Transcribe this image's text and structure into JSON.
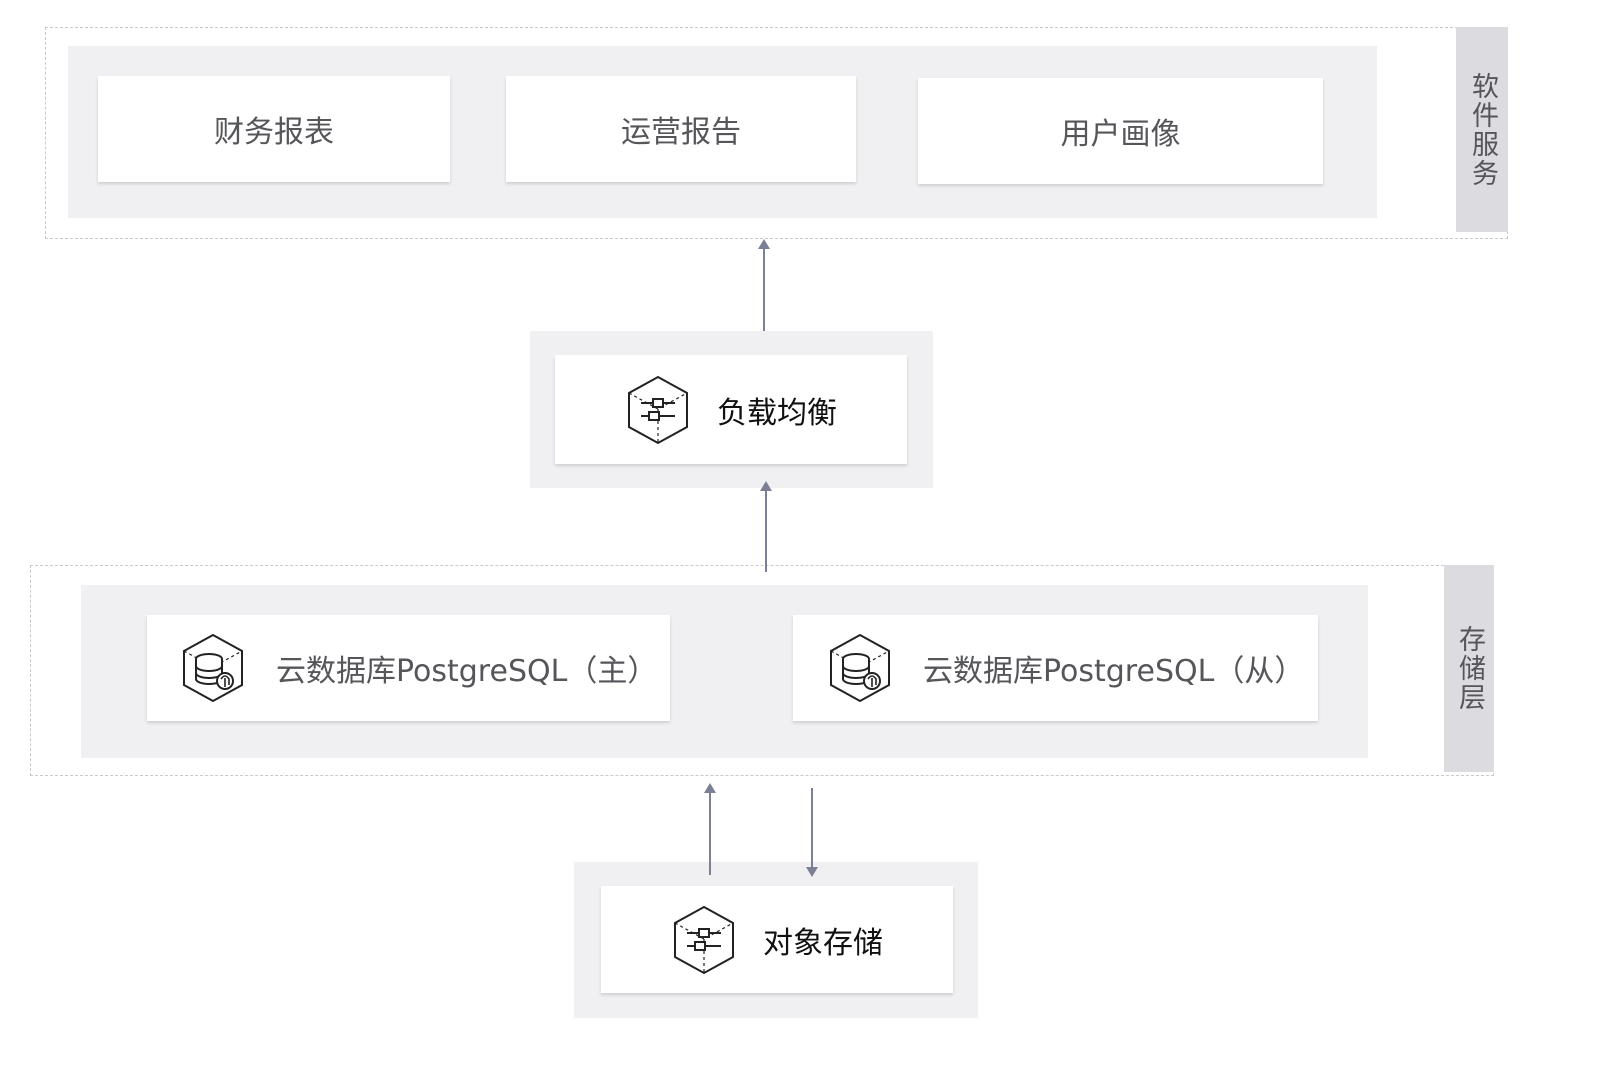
{
  "software_layer": {
    "label": "软件服务",
    "items": [
      "财务报表",
      "运营报告",
      "用户画像"
    ]
  },
  "load_balancer": {
    "label": "负载均衡",
    "icon": "load-balancer-icon"
  },
  "storage_layer": {
    "label": "存储层",
    "primary_db": {
      "label": "云数据库PostgreSQL（主）",
      "icon": "postgresql-database-icon"
    },
    "replica_db": {
      "label": "云数据库PostgreSQL（从）",
      "icon": "postgresql-database-icon"
    }
  },
  "object_storage": {
    "label": "对象存储",
    "icon": "object-storage-icon"
  },
  "colors": {
    "panel": "#f0f0f2",
    "side_label": "#dcdce0",
    "arrow": "#7b8096",
    "dashed_border": "#c9c9cc"
  }
}
